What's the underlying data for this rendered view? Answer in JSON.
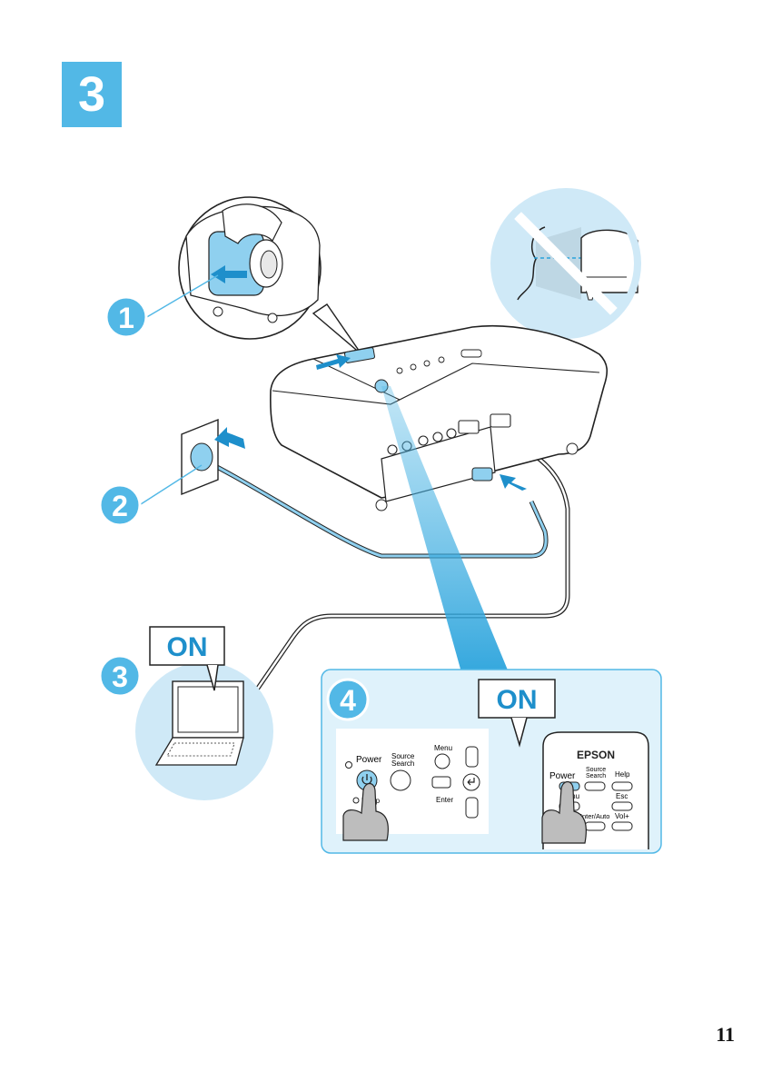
{
  "step_number": "3",
  "callouts": [
    "1",
    "2",
    "3",
    "4"
  ],
  "on_labels": {
    "laptop": "ON",
    "remote": "ON"
  },
  "control_panel": {
    "power": "Power",
    "source_search": [
      "Source",
      "Search"
    ],
    "menu": "Menu",
    "enter": "Enter",
    "lamp": "Lamp"
  },
  "remote": {
    "brand": "EPSON",
    "power": "Power",
    "source_search": [
      "Source",
      "Search"
    ],
    "help": "Help",
    "menu": "Menu",
    "esc": "Esc",
    "enter_auto": "Enter/Auto",
    "vol": "Vol+"
  },
  "page_number": "11",
  "colors": {
    "accent": "#52b8e6",
    "light_panel": "#dff2fb",
    "circle_bg": "#cfe9f7"
  }
}
